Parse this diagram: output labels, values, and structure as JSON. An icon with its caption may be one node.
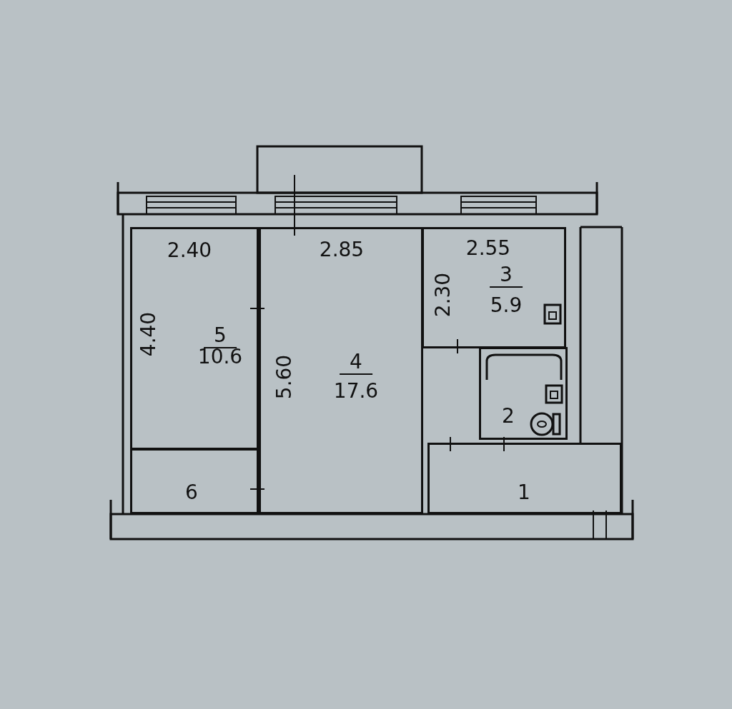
{
  "diagram": {
    "nodes": [
      {
        "text": [
          "2.40",
          "4.40",
          "5",
          "10.6"
        ]
      },
      {
        "text": [
          "2.85",
          "5.60",
          "4",
          "17.6"
        ]
      },
      {
        "text": [
          "2.55",
          "2.30",
          "3",
          "5.9"
        ]
      },
      {
        "text": [
          "2"
        ]
      },
      {
        "text": [
          "6"
        ]
      },
      {
        "text": [
          "1"
        ]
      }
    ]
  }
}
